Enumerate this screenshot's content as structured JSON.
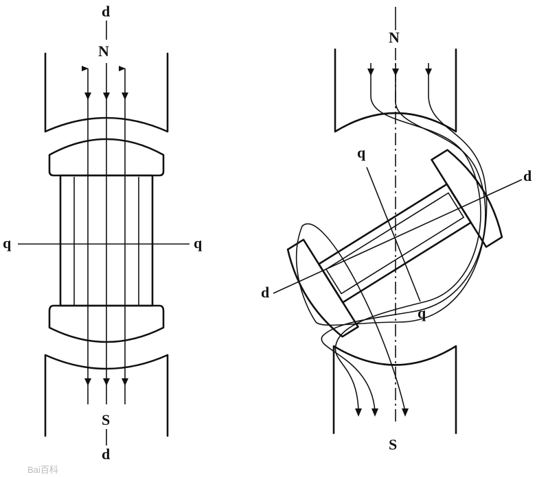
{
  "left_figure": {
    "top_label": "d",
    "north_label": "N",
    "south_label": "S",
    "bottom_label": "d",
    "q_left_label": "q",
    "q_right_label": "q"
  },
  "right_figure": {
    "north_label": "N",
    "south_label": "S",
    "d_upper_label": "d",
    "d_lower_label": "d",
    "q_upper_label": "q",
    "q_lower_label": "q"
  },
  "watermark": "Bai百科"
}
